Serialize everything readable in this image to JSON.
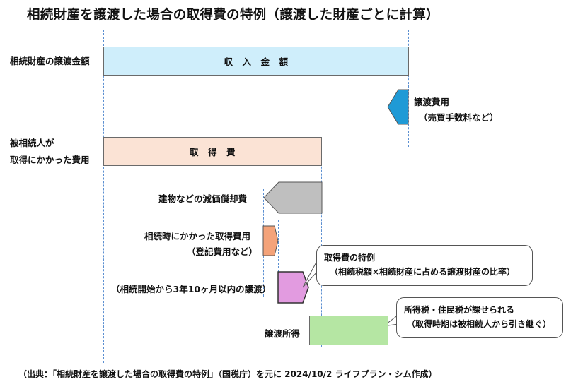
{
  "title": "相続財産を譲渡した場合の取得費の特例（譲渡した財産ごとに計算）",
  "labels": {
    "inherited_transfer_amount": "相続財産の譲渡金額",
    "acquired_by_decedent_line1": "被相続人が",
    "acquired_by_decedent_line2": "取得にかかった費用",
    "transfer_cost": "譲渡費用",
    "transfer_cost_note": "（売買手数料など）",
    "depreciation": "建物などの減価償却費",
    "inheritance_cost": "相続時にかかった取得費用",
    "inheritance_cost_note": "（登記費用など）",
    "within_period": "（相続開始から3年10ヶ月以内の譲渡）",
    "transfer_income": "譲渡所得"
  },
  "boxes": {
    "income_amount": "収　入　金　額",
    "acquisition_cost": "取　得　費"
  },
  "callouts": {
    "special_rule_title": "取得費の特例",
    "special_rule_detail": "（相続税額×相続財産に占める譲渡財産の比率）",
    "taxation_title": "所得税・住民税が課せられる",
    "taxation_detail": "（取得時期は被相続人から引き継ぐ）"
  },
  "footer": "（出典：「相続財産を譲渡した場合の取得費の特例」（国税庁）を元に 2024/10/2 ライフプラン・シム作成）",
  "colors": {
    "income_box": "#cfeefb",
    "acquisition_box": "#fbe3d5",
    "transfer_cost_arrow": "#1f9ad6",
    "depreciation_arrow": "#bfbfbf",
    "inheritance_cost_arrow": "#f4a37a",
    "special_rule_arrow": "#e29be0",
    "transfer_income_box": "#b5e6a3",
    "guide_lines": "#5b8fd1"
  }
}
